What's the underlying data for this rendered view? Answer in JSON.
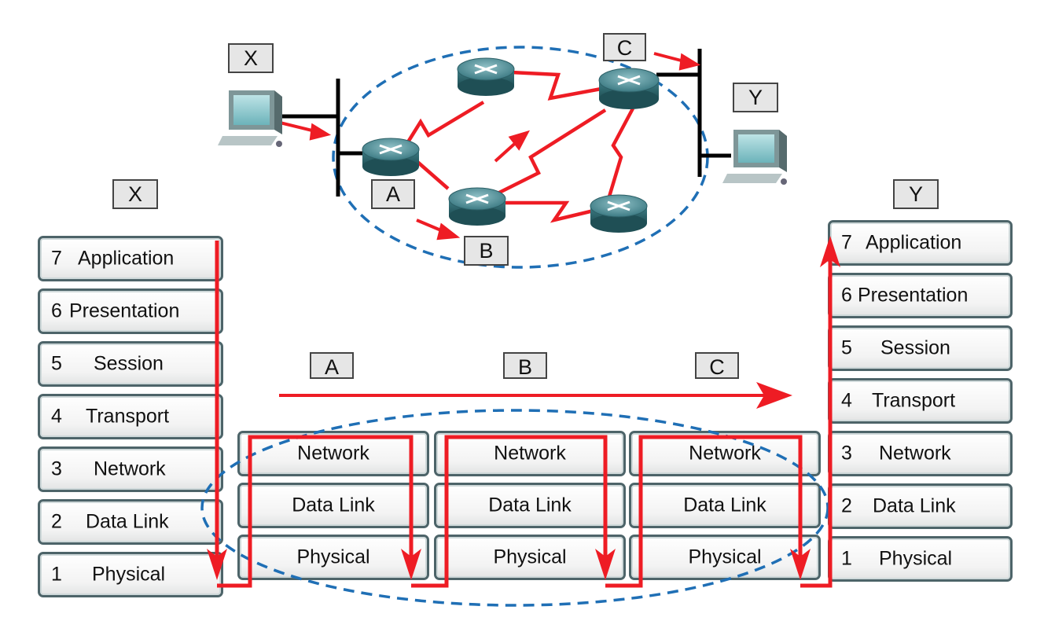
{
  "network": {
    "host_x": "X",
    "host_y": "Y",
    "router_a": "A",
    "router_b": "B",
    "router_c": "C"
  },
  "stack_x": {
    "title": "X",
    "layers": [
      {
        "num": "7",
        "name": "Application"
      },
      {
        "num": "6",
        "name": "Presentation"
      },
      {
        "num": "5",
        "name": "Session"
      },
      {
        "num": "4",
        "name": "Transport"
      },
      {
        "num": "3",
        "name": "Network"
      },
      {
        "num": "2",
        "name": "Data Link"
      },
      {
        "num": "1",
        "name": "Physical"
      }
    ]
  },
  "stack_y": {
    "title": "Y",
    "layers": [
      {
        "num": "7",
        "name": "Application"
      },
      {
        "num": "6",
        "name": "Presentation"
      },
      {
        "num": "5",
        "name": "Session"
      },
      {
        "num": "4",
        "name": "Transport"
      },
      {
        "num": "3",
        "name": "Network"
      },
      {
        "num": "2",
        "name": "Data Link"
      },
      {
        "num": "1",
        "name": "Physical"
      }
    ]
  },
  "intermediate": [
    {
      "label": "A",
      "layers": [
        "Network",
        "Data Link",
        "Physical"
      ]
    },
    {
      "label": "B",
      "layers": [
        "Network",
        "Data Link",
        "Physical"
      ]
    },
    {
      "label": "C",
      "layers": [
        "Network",
        "Data Link",
        "Physical"
      ]
    }
  ],
  "colors": {
    "flow": "#ee1c24",
    "dashed": "#1f6fb5",
    "router": "#3d7b84"
  }
}
